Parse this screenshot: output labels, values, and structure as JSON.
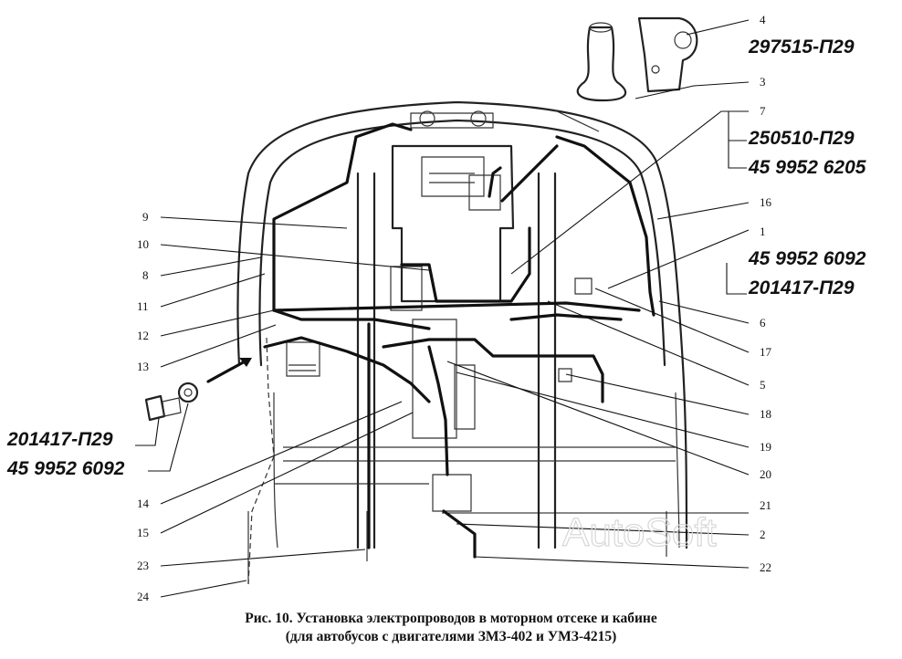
{
  "callouts": {
    "c1": "1",
    "c2": "2",
    "c3": "3",
    "c4": "4",
    "c5": "5",
    "c6": "6",
    "c7": "7",
    "c8": "8",
    "c9": "9",
    "c10": "10",
    "c11": "11",
    "c12": "12",
    "c13": "13",
    "c14": "14",
    "c15": "15",
    "c16": "16",
    "c17": "17",
    "c18": "18",
    "c19": "19",
    "c20": "20",
    "c21": "21",
    "c22": "22",
    "c23": "23",
    "c24": "24"
  },
  "part_numbers": {
    "p4": "297515-П29",
    "p7a": "250510-П29",
    "p7b": "45 9952 6205",
    "p1a": "45 9952 6092",
    "p1b": "201417-П29",
    "bolt_a": "201417-П29",
    "bolt_b": "45 9952 6092"
  },
  "watermark": "AutoSoft",
  "caption": {
    "line1": "Рис. 10. Установка электропроводов в моторном отсеке и кабине",
    "line2": "(для автобусов с двигателями ЗМЗ-402 и УМЗ-4215)"
  }
}
